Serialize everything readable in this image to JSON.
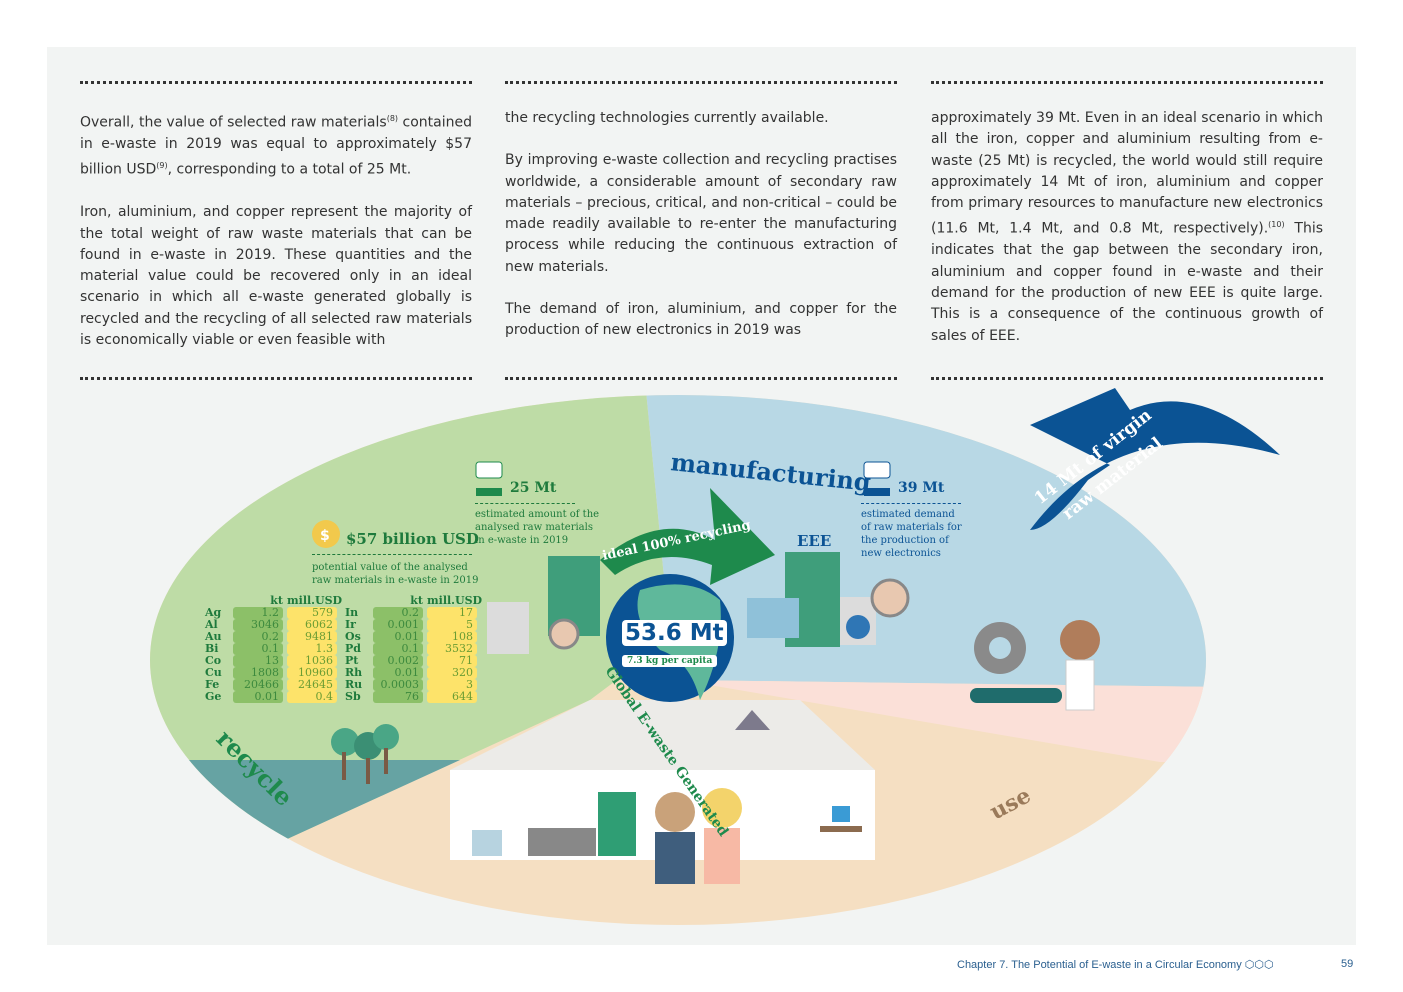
{
  "columns": [
    {
      "paragraphs": [
        "Overall, the value of selected raw materials^(8) contained in e-waste in 2019 was equal to approximately $57 billion USD^(9), corresponding to a total of 25 Mt.",
        "Iron, aluminium, and copper represent the majority of the total weight of raw waste materials that can be found in e-waste in 2019. These quantities and the material value could be recovered only in an ideal scenario in which all e-waste generated globally is recycled and the recycling of all selected raw materials is economically viable or even feasible with"
      ]
    },
    {
      "paragraphs": [
        "the recycling technologies currently available.",
        "By improving e-waste collection and recycling practises worldwide, a considerable amount of secondary raw materials – precious, critical, and non-critical – could be made readily available to re-enter the manufacturing process while reducing the continuous extraction of new materials.",
        "The demand of iron, aluminium, and copper for the production of new electronics in 2019 was"
      ]
    },
    {
      "paragraphs": [
        "approximately 39 Mt. Even in an ideal scenario in which all the iron, copper and aluminium resulting from e-waste (25 Mt) is recycled, the world would still require approximately 14 Mt of iron, aluminium and copper from primary resources to manufacture new electronics (11.6 Mt, 1.4 Mt, and 0.8 Mt, respectively).^(10) This indicates that the gap between the secondary iron, aluminium and copper found in e-waste and their demand for the production of new EEE is quite large. This is a consequence of the continuous growth of sales of EEE."
      ]
    }
  ],
  "infographic": {
    "recycle": "recycle",
    "manufacturing": "manufacturing",
    "use": "use",
    "eee": "EEE",
    "virgin": "14 Mt of virgin",
    "virgin2": "raw material",
    "ideal": "ideal 100% recycling",
    "global_label": "Global E-waste Generated",
    "total": "53.6 Mt",
    "per_capita": "7.3 kg per capita",
    "value": "$57 billion USD",
    "value_desc1": "potential value of the analysed",
    "value_desc2": "raw materials in e-waste in 2019",
    "recycled_amount": "25 Mt",
    "recycled_desc1": "estimated amount of the",
    "recycled_desc2": "analysed raw materials",
    "recycled_desc3": "in e-waste in 2019",
    "demand_amount": "39 Mt",
    "demand_desc1": "estimated demand",
    "demand_desc2": "of raw materials for",
    "demand_desc3": "the production of",
    "demand_desc4": "new electronics",
    "table_headers": {
      "kt": "kt",
      "usd": "mill.USD"
    },
    "table_left": [
      [
        "Ag",
        "1.2",
        "579"
      ],
      [
        "Al",
        "3046",
        "6062"
      ],
      [
        "Au",
        "0.2",
        "9481"
      ],
      [
        "Bi",
        "0.1",
        "1.3"
      ],
      [
        "Co",
        "13",
        "1036"
      ],
      [
        "Cu",
        "1808",
        "10960"
      ],
      [
        "Fe",
        "20466",
        "24645"
      ],
      [
        "Ge",
        "0.01",
        "0.4"
      ]
    ],
    "table_right": [
      [
        "In",
        "0.2",
        "17"
      ],
      [
        "Ir",
        "0.001",
        "5"
      ],
      [
        "Os",
        "0.01",
        "108"
      ],
      [
        "Pd",
        "0.1",
        "3532"
      ],
      [
        "Pt",
        "0.002",
        "71"
      ],
      [
        "Rh",
        "0.01",
        "320"
      ],
      [
        "Ru",
        "0.0003",
        "3"
      ],
      [
        "Sb",
        "76",
        "644"
      ]
    ]
  },
  "footer": {
    "chapter": "Chapter 7.  The Potential of E-waste in a Circular Economy",
    "page": "59"
  },
  "colors": {
    "green": "#bedca6",
    "blue": "#b8d8e5",
    "peach": "#f5dfc2",
    "navy": "#0b5394",
    "teal": "#66a3a3"
  }
}
